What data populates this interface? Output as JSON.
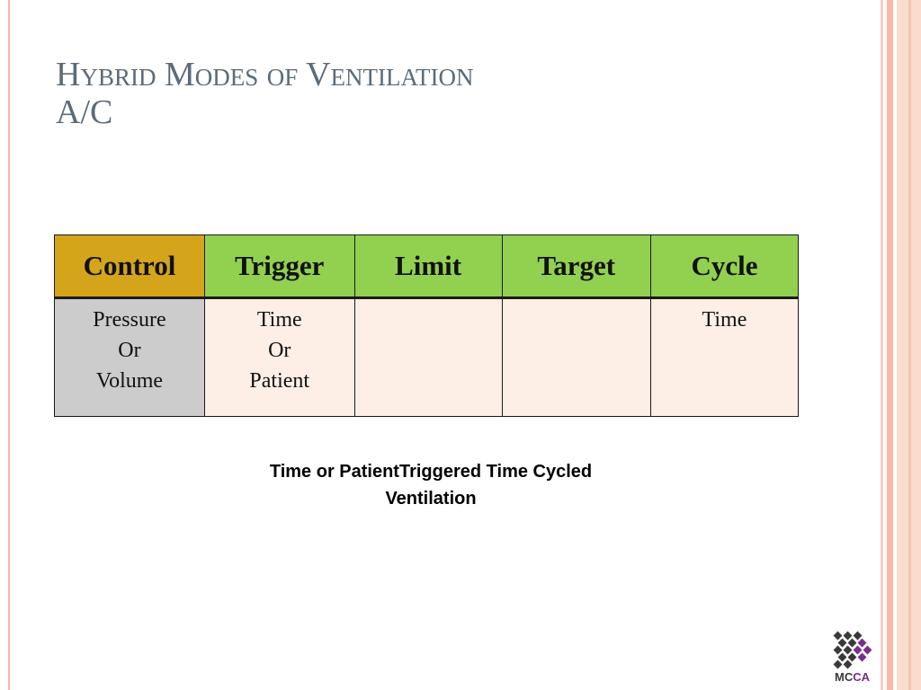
{
  "slide": {
    "title_line1": "Hybrid Modes of Ventilation",
    "title_line2": "A/C"
  },
  "table": {
    "headers": [
      "Control",
      "Trigger",
      "Limit",
      "Target",
      "Cycle"
    ],
    "row": [
      [
        "Pressure",
        "Or",
        "Volume"
      ],
      [
        "Time",
        "Or",
        "Patient"
      ],
      [],
      [],
      [
        "Time"
      ]
    ]
  },
  "caption": {
    "line1": "Time or PatientTriggered Time Cycled",
    "line2": "Ventilation"
  },
  "logo": {
    "text_m": "M",
    "text_c": "C",
    "text_ca": "CA",
    "color_dark": "#3a3a3a",
    "color_accent": "#7b2c8c"
  },
  "colors": {
    "control_header": "#d4a41a",
    "other_header": "#92d050",
    "control_cell": "#cccccc",
    "other_cell": "#fdeee6",
    "title": "#5b6b78"
  }
}
